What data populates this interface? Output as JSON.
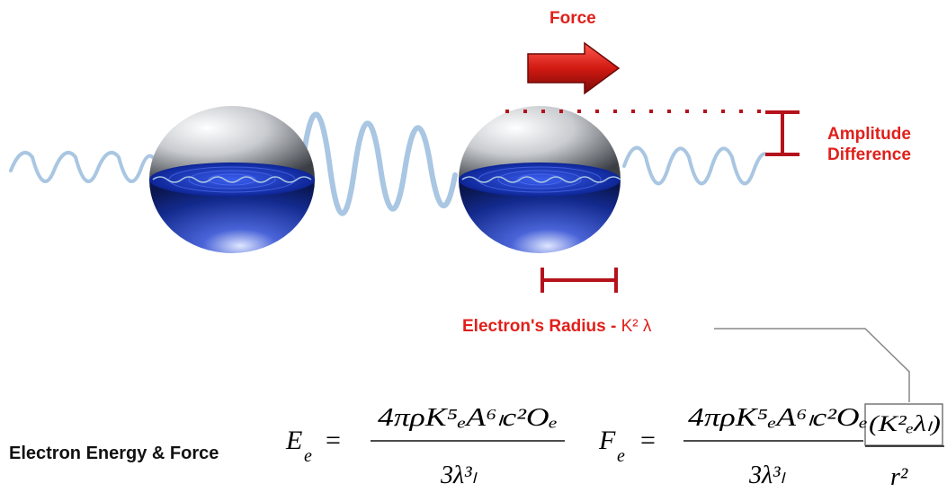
{
  "labels": {
    "force": "Force",
    "amplitude_line1": "Amplitude",
    "amplitude_line2": "Difference",
    "radius_text": "Electron's Radius - ",
    "radius_symbol": "K² λ",
    "energy_force": "Electron Energy & Force"
  },
  "equations": {
    "energy": {
      "lhs": "E",
      "lhs_sub": "e",
      "equals": "=",
      "numerator": "4πρK⁵ₑA⁶ₗc²Oₑ",
      "denominator": "3λ³ₗ"
    },
    "force": {
      "lhs": "F",
      "lhs_sub": "e",
      "equals": "=",
      "numerator": "4πρK⁵ₑA⁶ₗc²Oₑ",
      "denominator": "3λ³ₗ",
      "boxed_numerator": "(K²ₑλₗ)",
      "boxed_denominator": "r²"
    }
  },
  "colors": {
    "label_red": "#e0201b",
    "marker_dark_red": "#b5121b",
    "wave_blue": "#a9c6e2",
    "sphere_blue": "#1c3fb0",
    "sphere_grey": "#bfc3c8"
  }
}
